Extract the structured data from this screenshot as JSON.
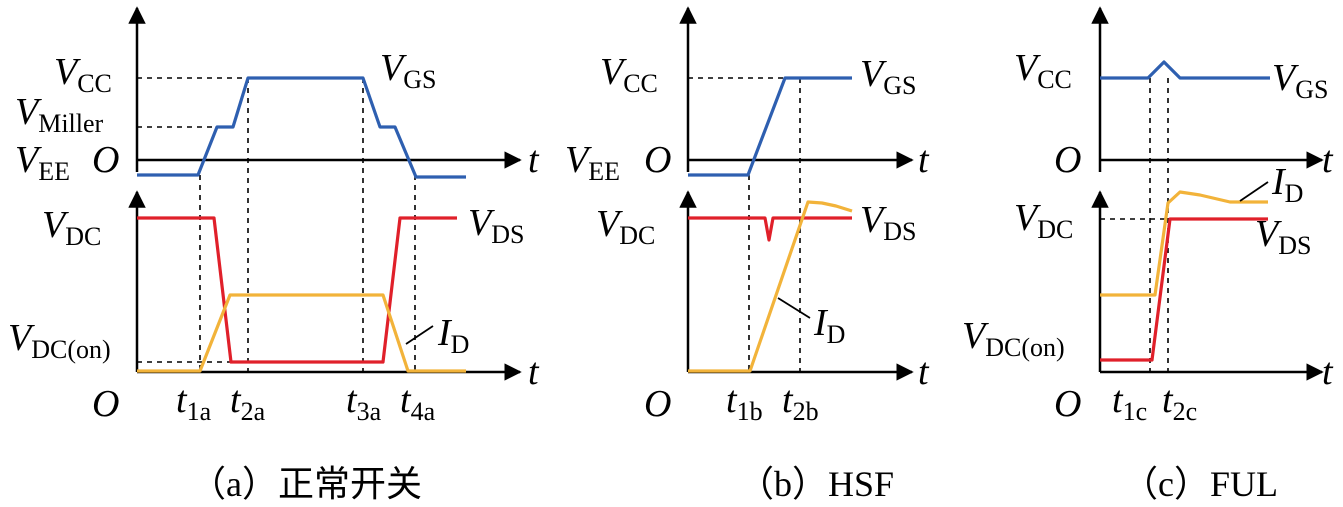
{
  "panel_a": {
    "v_cc": "V",
    "v_cc_sub": "CC",
    "v_miller": "V",
    "v_miller_sub": "Miller",
    "v_ee": "V",
    "v_ee_sub": "EE",
    "origin_top": "O",
    "v_gs": "V",
    "v_gs_sub": "GS",
    "t_top": "t",
    "v_dc": "V",
    "v_dc_sub": "DC",
    "v_ds": "V",
    "v_ds_sub": "DS",
    "v_dc_on": "V",
    "v_dc_on_sub": "DC(on)",
    "i_d": "I",
    "i_d_sub": "D",
    "t_bottom": "t",
    "origin_bottom": "O",
    "t1": "t",
    "t1_sub": "1a",
    "t2": "t",
    "t2_sub": "2a",
    "t3": "t",
    "t3_sub": "3a",
    "t4": "t",
    "t4_sub": "4a",
    "caption": "（a）正常开关"
  },
  "panel_b": {
    "v_cc": "V",
    "v_cc_sub": "CC",
    "v_ee": "V",
    "v_ee_sub": "EE",
    "origin_top": "O",
    "v_gs": "V",
    "v_gs_sub": "GS",
    "t_top": "t",
    "v_dc": "V",
    "v_dc_sub": "DC",
    "v_ds": "V",
    "v_ds_sub": "DS",
    "i_d": "I",
    "i_d_sub": "D",
    "t_bottom": "t",
    "origin_bottom": "O",
    "t1": "t",
    "t1_sub": "1b",
    "t2": "t",
    "t2_sub": "2b",
    "caption": "（b）HSF"
  },
  "panel_c": {
    "v_cc": "V",
    "v_cc_sub": "CC",
    "origin_top": "O",
    "v_gs": "V",
    "v_gs_sub": "GS",
    "t_top": "t",
    "v_dc": "V",
    "v_dc_sub": "DC",
    "v_ds": "V",
    "v_ds_sub": "DS",
    "v_dc_on": "V",
    "v_dc_on_sub": "DC(on)",
    "i_d": "I",
    "i_d_sub": "D",
    "t_bottom": "t",
    "origin_bottom": "O",
    "t1": "t",
    "t1_sub": "1c",
    "t2": "t",
    "t2_sub": "2c",
    "caption": "（c）FUL"
  },
  "colors": {
    "v_gs": "#2e5fb0",
    "v_ds": "#e0202a",
    "i_d": "#f2b33a"
  }
}
